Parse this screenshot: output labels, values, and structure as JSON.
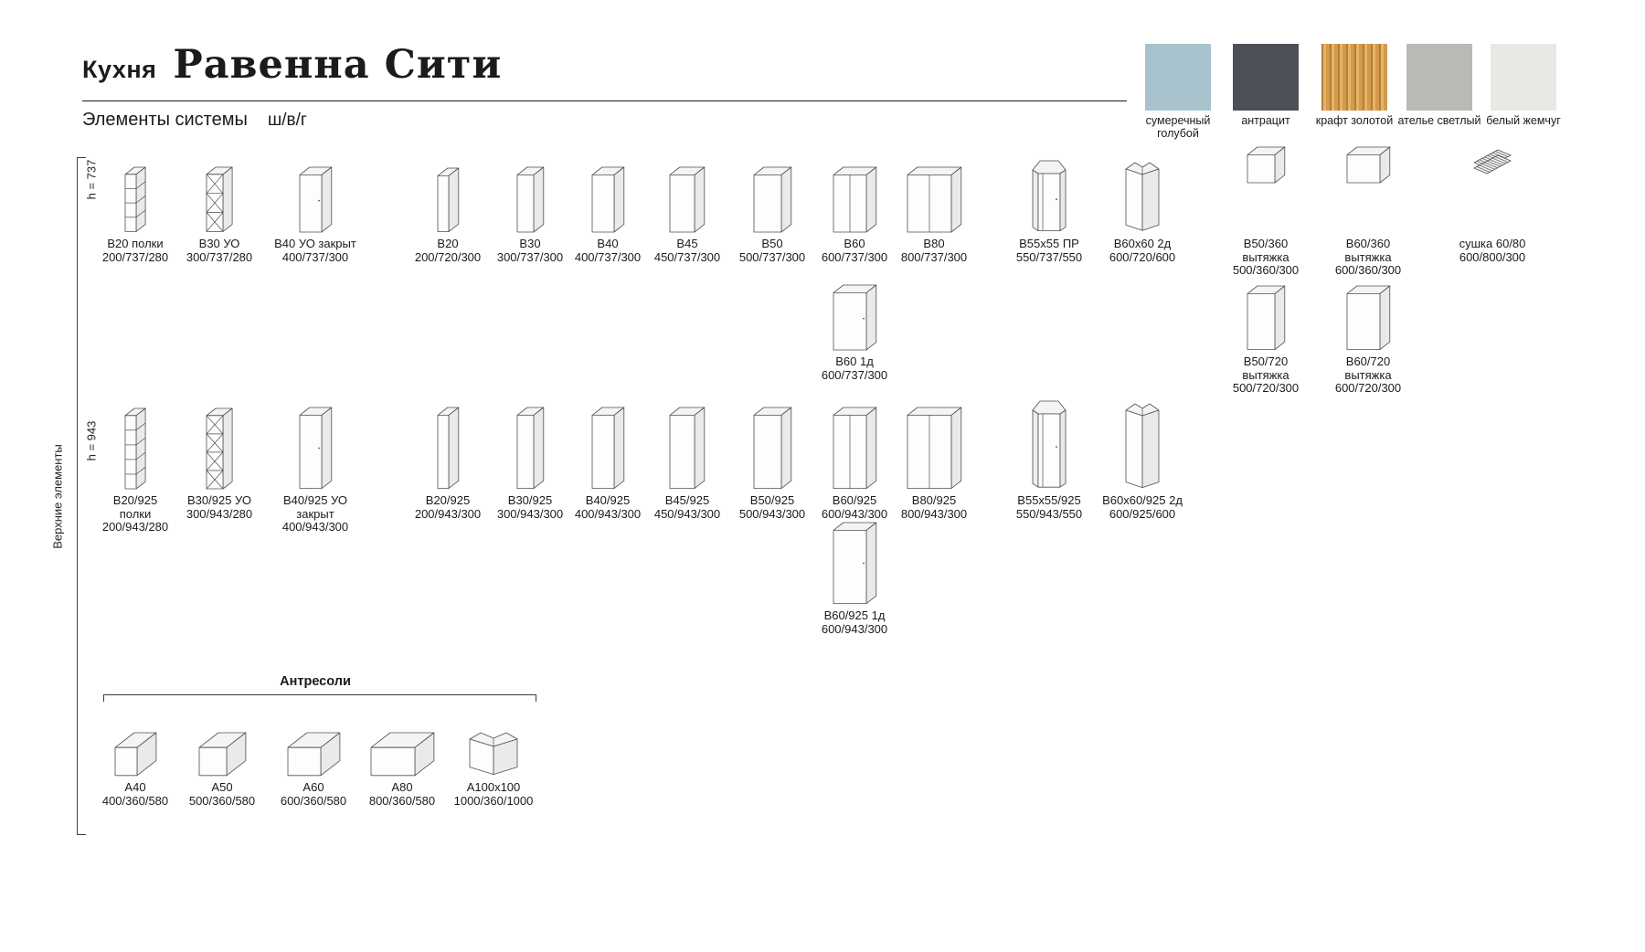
{
  "header": {
    "category": "Кухня",
    "title": "Равенна Сити",
    "section": "Элементы системы",
    "dims_legend": "ш/в/г"
  },
  "finishes": [
    {
      "name": "сумеречный голубой",
      "hex": "#a9c3ce"
    },
    {
      "name": "антрацит",
      "hex": "#4b5157"
    },
    {
      "name": "крафт золотой",
      "hex": "#d29a4a"
    },
    {
      "name": "ателье светлый",
      "hex": "#bab9b6"
    },
    {
      "name": "белый жемчуг",
      "hex": "#e9e9e4"
    }
  ],
  "side_label": "Верхние элементы",
  "groups": [
    {
      "height_label": "h = 737",
      "rows": [
        [
          {
            "name_lines": [
              "В20 полки"
            ],
            "dims": "200/737/280",
            "icon": "cabinet-shelves",
            "sections": 3
          },
          {
            "name_lines": [
              "В30 УО"
            ],
            "dims": "300/737/280",
            "icon": "cabinet-cross",
            "sections": 3
          },
          {
            "name_lines": [
              "В40 УО закрыт"
            ],
            "dims": "400/737/300",
            "icon": "cabinet-door"
          },
          {
            "name_lines": [
              "В20"
            ],
            "dims": "200/720/300",
            "icon": "cabinet"
          },
          {
            "name_lines": [
              "В30"
            ],
            "dims": "300/737/300",
            "icon": "cabinet"
          },
          {
            "name_lines": [
              "В40"
            ],
            "dims": "400/737/300",
            "icon": "cabinet"
          },
          {
            "name_lines": [
              "В45"
            ],
            "dims": "450/737/300",
            "icon": "cabinet"
          },
          {
            "name_lines": [
              "В50"
            ],
            "dims": "500/737/300",
            "icon": "cabinet"
          },
          {
            "name_lines": [
              "В60"
            ],
            "dims": "600/737/300",
            "icon": "cabinet-2door"
          },
          {
            "name_lines": [
              "В80"
            ],
            "dims": "800/737/300",
            "icon": "cabinet-2door"
          },
          {
            "name_lines": [
              "В55х55 ПР"
            ],
            "dims": "550/737/550",
            "icon": "corner-pent"
          },
          {
            "name_lines": [
              "В60х60 2д"
            ],
            "dims": "600/720/600",
            "icon": "corner-l"
          },
          {
            "name_lines": [
              "В50/360",
              "вытяжка"
            ],
            "dims": "500/360/300",
            "icon": "cabinet"
          },
          {
            "name_lines": [
              "В60/360",
              "вытяжка"
            ],
            "dims": "600/360/300",
            "icon": "cabinet"
          },
          {
            "name_lines": [
              "сушка 60/80"
            ],
            "dims": "600/800/300",
            "icon": "dryer"
          }
        ],
        [
          {
            "name_lines": [
              "В60 1д"
            ],
            "dims": "600/737/300",
            "icon": "cabinet-door"
          },
          {
            "name_lines": [
              "В50/720",
              "вытяжка"
            ],
            "dims": "500/720/300",
            "icon": "cabinet"
          },
          {
            "name_lines": [
              "В60/720",
              "вытяжка"
            ],
            "dims": "600/720/300",
            "icon": "cabinet"
          }
        ]
      ]
    },
    {
      "height_label": "h = 943",
      "rows": [
        [
          {
            "name_lines": [
              "В20/925",
              "полки"
            ],
            "dims": "200/943/280",
            "icon": "cabinet-shelves",
            "sections": 4
          },
          {
            "name_lines": [
              "В30/925 УО"
            ],
            "dims": "300/943/280",
            "icon": "cabinet-cross",
            "sections": 4
          },
          {
            "name_lines": [
              "В40/925 УО",
              "закрыт"
            ],
            "dims": "400/943/300",
            "icon": "cabinet-door"
          },
          {
            "name_lines": [
              "В20/925"
            ],
            "dims": "200/943/300",
            "icon": "cabinet"
          },
          {
            "name_lines": [
              "В30/925"
            ],
            "dims": "300/943/300",
            "icon": "cabinet"
          },
          {
            "name_lines": [
              "В40/925"
            ],
            "dims": "400/943/300",
            "icon": "cabinet"
          },
          {
            "name_lines": [
              "В45/925"
            ],
            "dims": "450/943/300",
            "icon": "cabinet"
          },
          {
            "name_lines": [
              "В50/925"
            ],
            "dims": "500/943/300",
            "icon": "cabinet"
          },
          {
            "name_lines": [
              "В60/925"
            ],
            "dims": "600/943/300",
            "icon": "cabinet-2door"
          },
          {
            "name_lines": [
              "В80/925"
            ],
            "dims": "800/943/300",
            "icon": "cabinet-2door"
          },
          {
            "name_lines": [
              "В55х55/925"
            ],
            "dims": "550/943/550",
            "icon": "corner-pent"
          },
          {
            "name_lines": [
              "В60х60/925 2д"
            ],
            "dims": "600/925/600",
            "icon": "corner-l"
          }
        ],
        [
          {
            "name_lines": [
              "В60/925 1д"
            ],
            "dims": "600/943/300",
            "icon": "cabinet-door"
          }
        ]
      ]
    },
    {
      "title": "Антресоли",
      "rows": [
        [
          {
            "name_lines": [
              "А40"
            ],
            "dims": "400/360/580",
            "icon": "antresol"
          },
          {
            "name_lines": [
              "А50"
            ],
            "dims": "500/360/580",
            "icon": "antresol"
          },
          {
            "name_lines": [
              "А60"
            ],
            "dims": "600/360/580",
            "icon": "antresol"
          },
          {
            "name_lines": [
              "А80"
            ],
            "dims": "800/360/580",
            "icon": "antresol"
          },
          {
            "name_lines": [
              "А100х100"
            ],
            "dims": "1000/360/1000",
            "icon": "antresol-corner"
          }
        ]
      ]
    }
  ]
}
